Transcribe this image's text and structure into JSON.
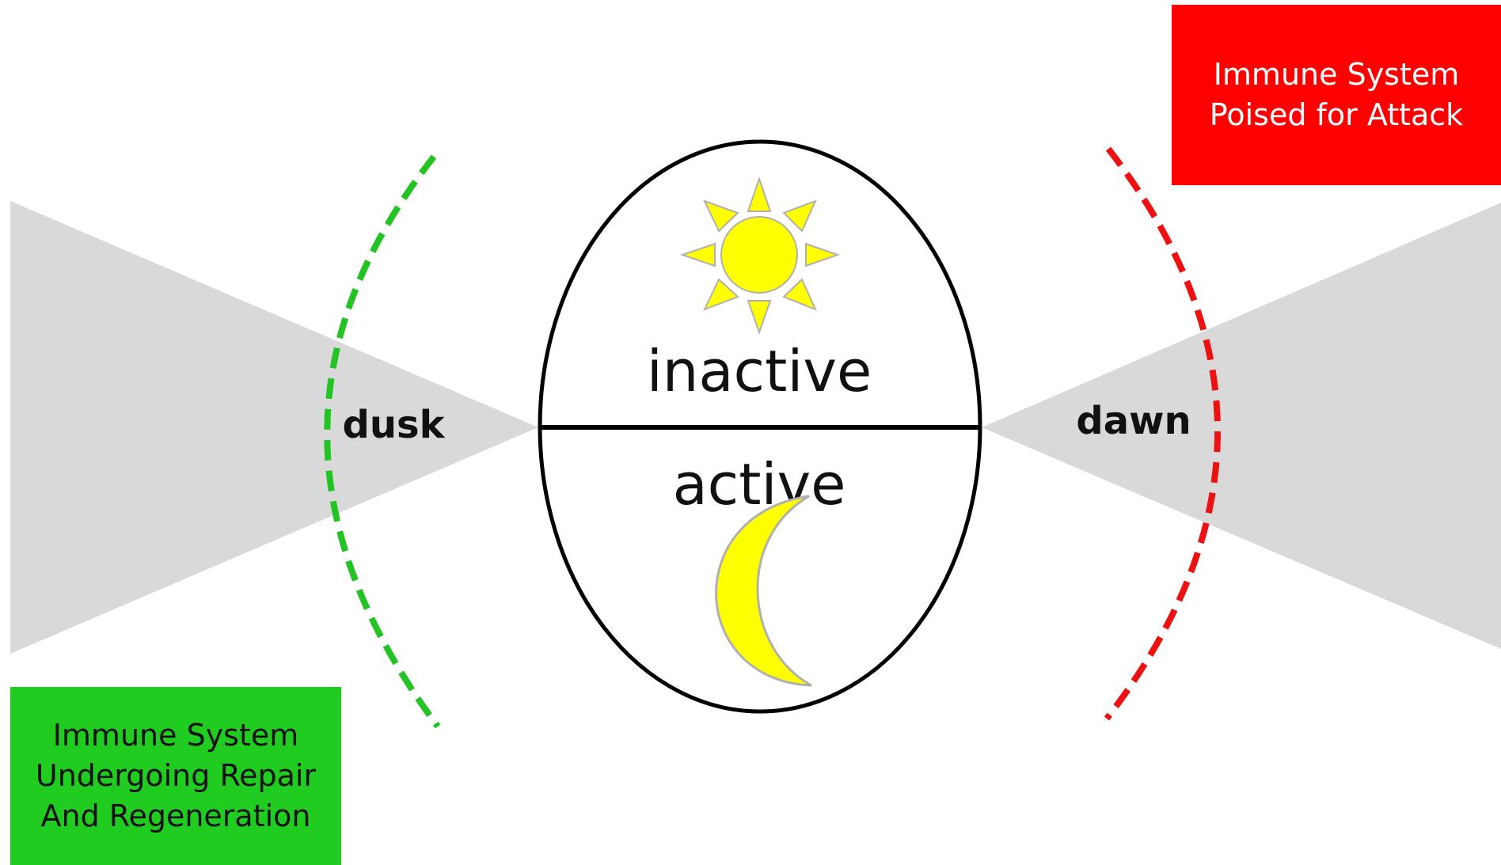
{
  "phases": {
    "inactive_label": "inactive",
    "active_label": "active"
  },
  "transitions": {
    "dusk_label": "dusk",
    "dawn_label": "dawn"
  },
  "boxes": {
    "attack": {
      "lines": [
        "Immune System",
        "Poised for Attack"
      ],
      "background": "#ff0000",
      "text_color": "#ffffff"
    },
    "repair": {
      "lines": [
        "Immune System",
        "Undergoing Repair",
        "And Regeneration"
      ],
      "background": "#20cc20",
      "text_color": "#111111"
    }
  },
  "icons": {
    "day": "sun-icon",
    "night": "moon-icon"
  },
  "colors": {
    "dusk_arc": "#22c322",
    "dawn_arc": "#ee1111",
    "wedge": "#d9d9d9",
    "sun_moon": "#ffff00",
    "icon_outline": "#b0b0b0"
  }
}
